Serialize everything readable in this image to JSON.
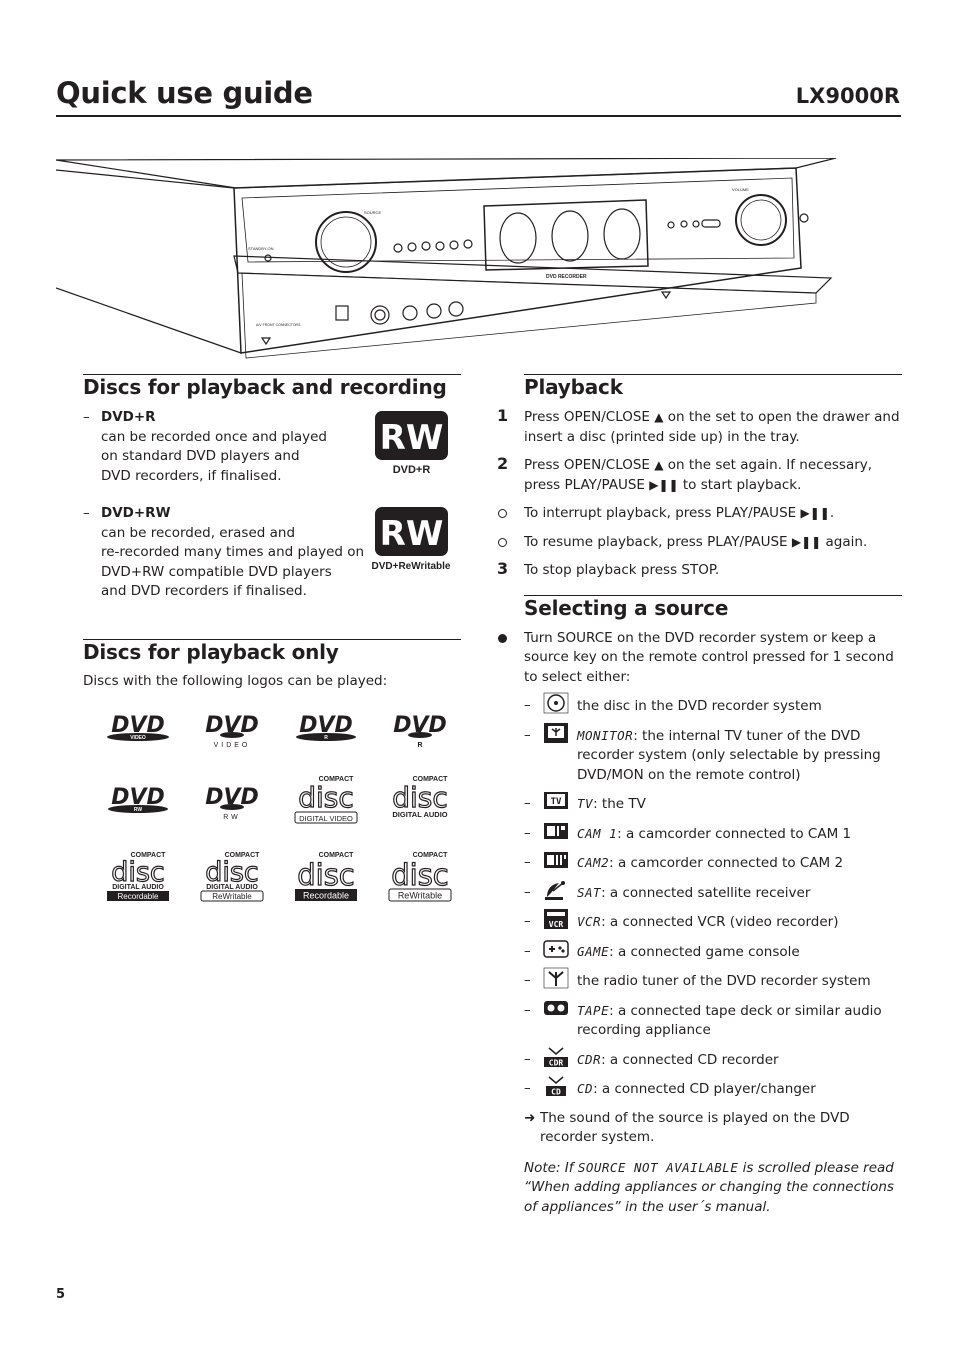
{
  "header": {
    "title": "Quick use guide",
    "model": "LX9000R"
  },
  "device": {
    "labels": {
      "source": "SOURCE",
      "standby": "STANDBY-ON",
      "dvd_recorder": "DVD RECORDER",
      "volume": "VOLUME",
      "av_front": "A/V FRONT CONNECTORS"
    }
  },
  "left": {
    "rec_title": "Discs for playback and recording",
    "dvdr": {
      "name": "DVD+R",
      "lines": [
        "can be recorded once and played",
        "on standard DVD players and",
        "DVD recorders, if finalised."
      ],
      "logo_caption": "DVD+R"
    },
    "dvdrw": {
      "name": "DVD+RW",
      "lines": [
        "can be recorded, erased and",
        "re-recorded many times and played on",
        "DVD+RW compatible DVD players",
        "and DVD recorders if finalised."
      ],
      "logo_caption": "DVD+ReWritable"
    },
    "logo_mark": "RW",
    "play_title": "Discs for playback only",
    "play_intro": "Discs with the following logos can be played:",
    "logos": {
      "video": "VIDEO",
      "r": "R",
      "rw": "RW",
      "compact": "COMPACT",
      "disc": "disc",
      "digital_video": "DIGITAL VIDEO",
      "digital_audio": "DIGITAL AUDIO",
      "recordable": "Recordable",
      "rewritable": "ReWritable"
    }
  },
  "right": {
    "playback_title": "Playback",
    "steps": [
      {
        "num": "1",
        "text_a": "Press OPEN/CLOSE",
        "sym": "▲",
        "text_b": " on the set to open the drawer and insert a disc (printed side up) in the tray."
      },
      {
        "num": "2",
        "text_a": "Press OPEN/CLOSE",
        "sym": "▲",
        "text_b": " on the set again. If necessary, press PLAY/PAUSE",
        "sym2": "▶❚❚",
        "text_c": " to start playback."
      }
    ],
    "bullets": [
      {
        "text_a": "To interrupt playback, press PLAY/PAUSE",
        "sym": "▶❚❚",
        "text_b": "."
      },
      {
        "text_a": "To resume playback, press PLAY/PAUSE",
        "sym": "▶❚❚",
        "text_b": " again."
      }
    ],
    "step3": {
      "num": "3",
      "text": "To stop playback press STOP."
    },
    "source_title": "Selecting a source",
    "source_intro": "Turn SOURCE on the DVD recorder system or keep a source key on the remote control pressed for 1 second to select either:",
    "sources": [
      {
        "icon": "disc-icon",
        "lcd": "",
        "text": "the disc in the DVD recorder system"
      },
      {
        "icon": "monitor-icon",
        "lcd": "MONITOR",
        "text": ": the internal TV tuner of the DVD recorder system (only selectable by pressing DVD/MON on the remote control)"
      },
      {
        "icon": "tv-icon",
        "lcd": "TV",
        "text": ": the TV"
      },
      {
        "icon": "camcorder1-icon",
        "lcd": "CAM 1",
        "text": ": a camcorder connected to CAM 1"
      },
      {
        "icon": "camcorder2-icon",
        "lcd": "CAM2",
        "text": ": a camcorder connected to CAM 2"
      },
      {
        "icon": "satellite-icon",
        "lcd": "SAT",
        "text": ": a connected satellite receiver"
      },
      {
        "icon": "vcr-icon",
        "lcd": "VCR",
        "text": ": a connected VCR (video recorder)"
      },
      {
        "icon": "game-icon",
        "lcd": "GAME",
        "text": ": a connected game console"
      },
      {
        "icon": "antenna-icon",
        "lcd": "",
        "text": "the radio tuner of the DVD recorder system"
      },
      {
        "icon": "tape-icon",
        "lcd": "TAPE",
        "text": ": a connected tape deck or similar audio recording appliance"
      },
      {
        "icon": "cdr-icon",
        "lcd": "CDR",
        "text": ": a connected CD recorder"
      },
      {
        "icon": "cd-icon",
        "lcd": "CD",
        "text": ": a connected CD player/changer"
      }
    ],
    "icon_text": {
      "tv": "TV",
      "vcr": "VCR",
      "cdr": "CDR",
      "cd": "CD"
    },
    "arrow": "➜",
    "result": "The sound of the source is played on the DVD recorder system.",
    "note_a": "Note: If ",
    "note_lcd": "SOURCE NOT AVAILABLE",
    "note_b": " is scrolled please read “When adding appliances or changing the connections of appliances” in the user´s manual."
  },
  "footer": {
    "page": "5"
  }
}
